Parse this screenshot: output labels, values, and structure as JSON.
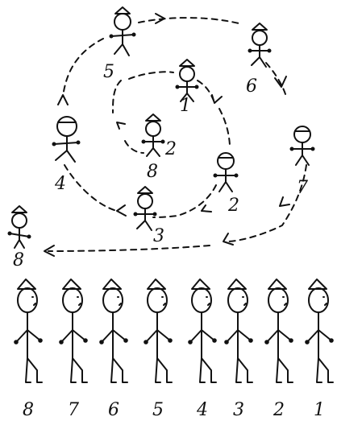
{
  "spiral_labels": {
    "s1": "1",
    "s2": "2",
    "s3": "3",
    "s4": "4",
    "s5": "5",
    "s6": "6",
    "s7": "7",
    "s8": "8",
    "s9": "8"
  },
  "row_labels": [
    "8",
    "7",
    "6",
    "5",
    "4",
    "3",
    "2",
    "1"
  ]
}
